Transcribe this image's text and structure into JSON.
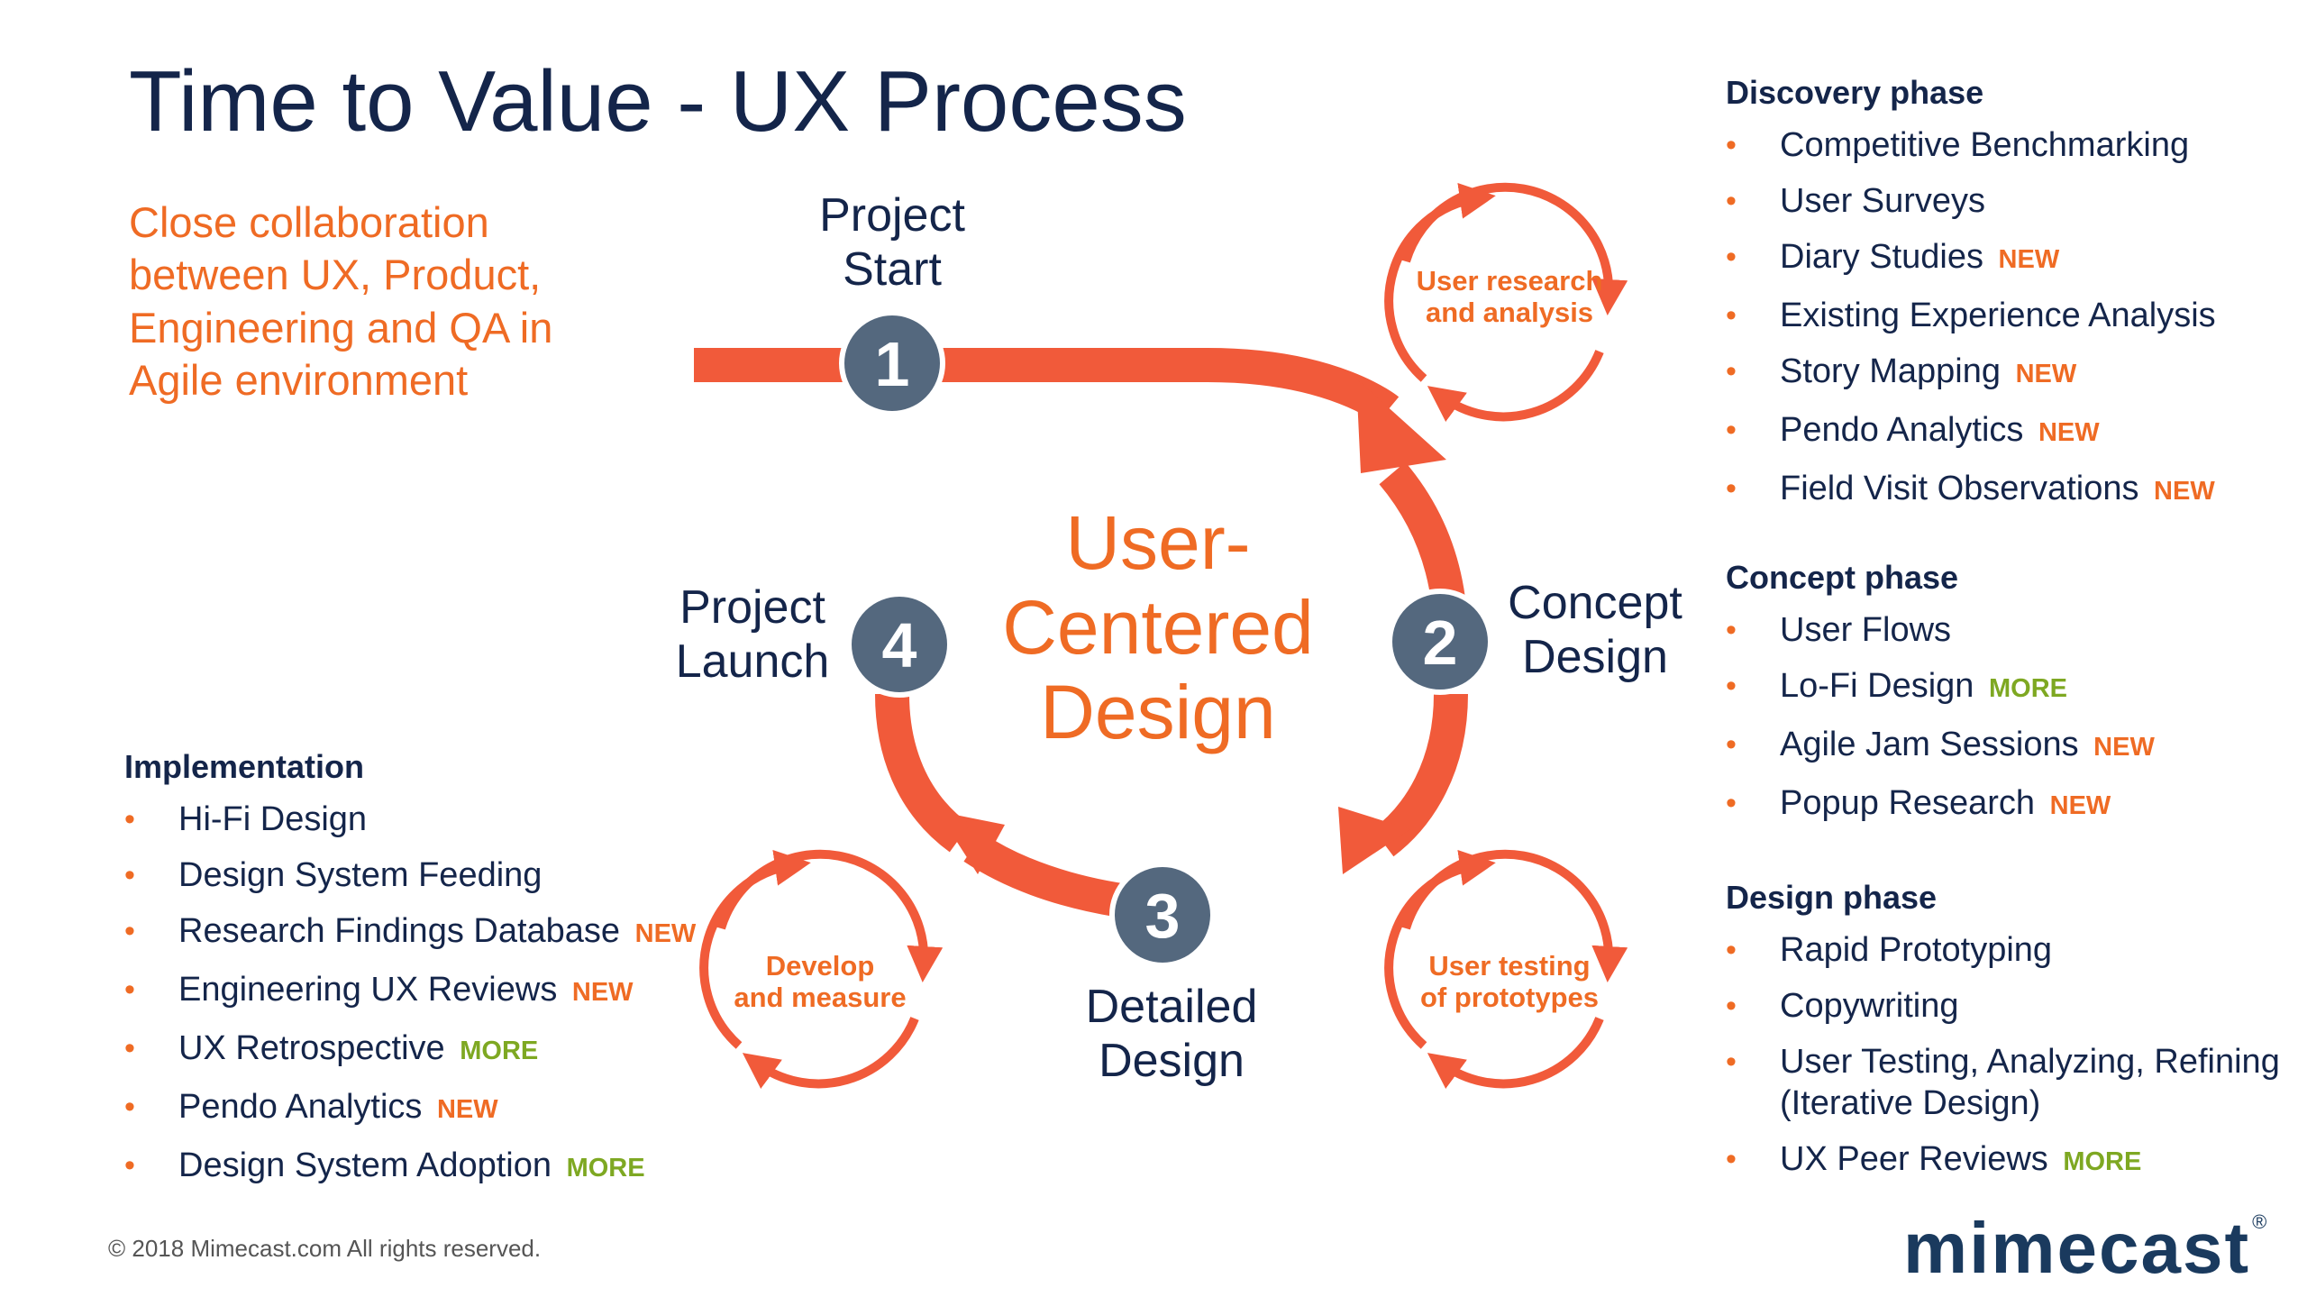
{
  "title": "Time to Value - UX Process",
  "subtitle": "Close collaboration between UX, Product, Engineering and QA in Agile environment",
  "center_label": [
    "User-",
    "Centered",
    "Design"
  ],
  "stages": {
    "s1": {
      "number": "1",
      "label": [
        "Project",
        "Start"
      ]
    },
    "s2": {
      "number": "2",
      "label": [
        "Concept",
        "Design"
      ]
    },
    "s3": {
      "number": "3",
      "label": [
        "Detailed",
        "Design"
      ]
    },
    "s4": {
      "number": "4",
      "label": [
        "Project",
        "Launch"
      ]
    }
  },
  "cycles": {
    "research": [
      "User research",
      "and analysis"
    ],
    "develop": [
      "Develop",
      "and measure"
    ],
    "testing": [
      "User testing",
      "of prototypes"
    ]
  },
  "tag_colors": {
    "NEW": "#ef6b24",
    "MORE": "#7ea822"
  },
  "discovery": {
    "heading": "Discovery phase",
    "items": [
      {
        "text": "Competitive Benchmarking",
        "tag": ""
      },
      {
        "text": "User Surveys",
        "tag": ""
      },
      {
        "text": "Diary Studies",
        "tag": "NEW"
      },
      {
        "text": "Existing Experience Analysis",
        "tag": ""
      },
      {
        "text": "Story Mapping",
        "tag": "NEW"
      },
      {
        "text": "Pendo Analytics",
        "tag": "NEW"
      },
      {
        "text": "Field Visit Observations",
        "tag": "NEW"
      }
    ]
  },
  "concept": {
    "heading": "Concept phase",
    "items": [
      {
        "text": "User Flows",
        "tag": ""
      },
      {
        "text": "Lo-Fi Design",
        "tag": "MORE"
      },
      {
        "text": "Agile Jam Sessions",
        "tag": "NEW"
      },
      {
        "text": "Popup Research",
        "tag": "NEW"
      }
    ]
  },
  "design": {
    "heading": "Design phase",
    "items": [
      {
        "text": "Rapid Prototyping",
        "tag": ""
      },
      {
        "text": "Copywriting",
        "tag": ""
      },
      {
        "text": "User Testing, Analyzing, Refining (Iterative Design)",
        "tag": ""
      },
      {
        "text": "UX Peer Reviews",
        "tag": "MORE"
      }
    ]
  },
  "implementation": {
    "heading": "Implementation",
    "items": [
      {
        "text": "Hi-Fi Design",
        "tag": ""
      },
      {
        "text": "Design System Feeding",
        "tag": ""
      },
      {
        "text": "Research Findings Database",
        "tag": "NEW"
      },
      {
        "text": "Engineering UX Reviews",
        "tag": "NEW"
      },
      {
        "text": "UX Retrospective",
        "tag": "MORE"
      },
      {
        "text": "Pendo Analytics",
        "tag": "NEW"
      },
      {
        "text": "Design System Adoption",
        "tag": "MORE"
      }
    ]
  },
  "footer": "© 2018 Mimecast.com All rights reserved.",
  "logo": "mimecast",
  "colors": {
    "accent": "#f15a3a",
    "navy": "#14254a",
    "circle": "#54687e",
    "orange_text": "#ef6b24"
  }
}
